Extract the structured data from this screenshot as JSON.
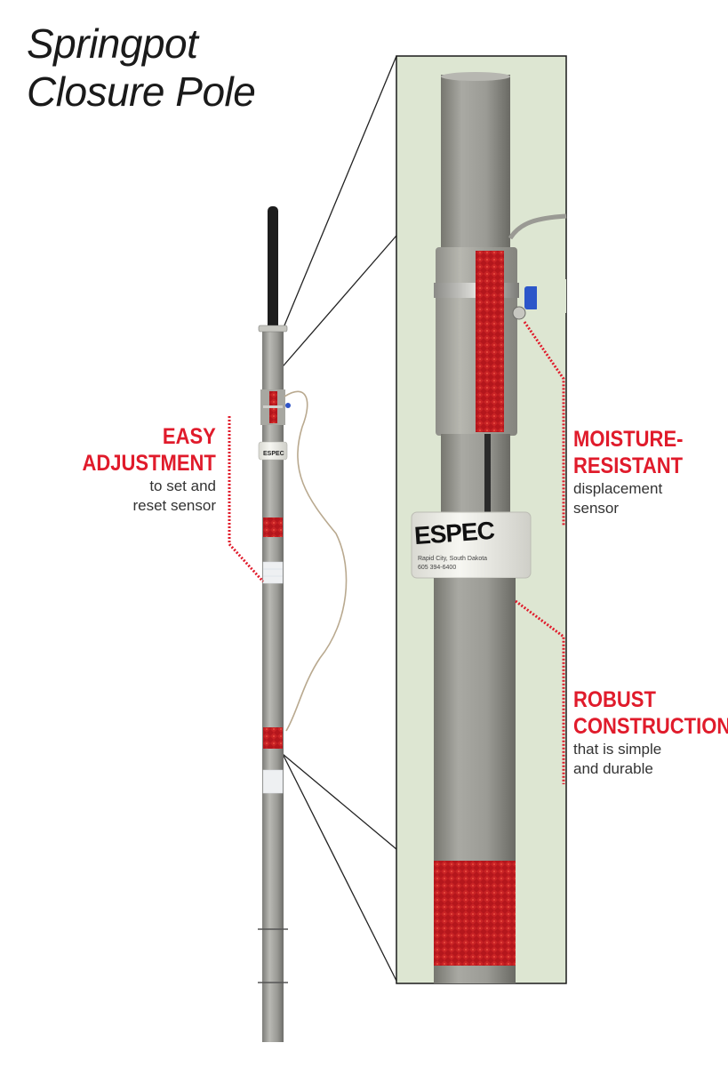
{
  "title": {
    "line1": "Springpot",
    "line2": "Closure Pole"
  },
  "callouts": {
    "easy": {
      "head1": "EASY",
      "head2": "ADJUSTMENT",
      "sub1": "to set and",
      "sub2": "reset sensor"
    },
    "moisture": {
      "head1": "MOISTURE-",
      "head2": "RESISTANT",
      "sub1": "displacement",
      "sub2": "sensor"
    },
    "robust": {
      "head1": "ROBUST",
      "head2": "CONSTRUCTION",
      "sub1": "that is simple",
      "sub2": "and durable"
    }
  },
  "sensor_label": "ESPEC",
  "colors": {
    "accent_red": "#e01b2b",
    "zoom_background": "#dde6d2",
    "pole_gray": "#9c9c98",
    "reflector_red": "#b4161c"
  }
}
